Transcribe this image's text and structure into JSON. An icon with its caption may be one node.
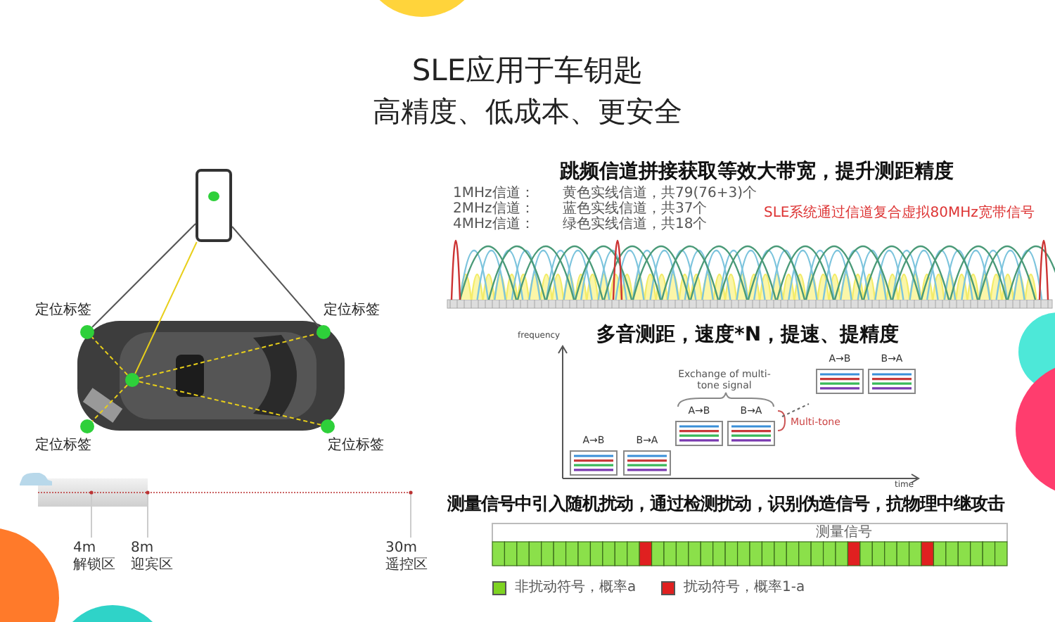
{
  "diagram": {
    "title": "SLE应用于车钥匙",
    "nodes": [
      {
        "text": [],
        "shape": "picture"
      },
      {
        "text": [],
        "shape": "circle",
        "beside": [
          "定位标签"
        ]
      },
      {
        "text": [],
        "shape": "circle",
        "beside": [
          "定位标签"
        ]
      },
      {
        "text": [],
        "shape": "circle"
      },
      {
        "text": [],
        "shape": "circle",
        "beside": [
          "定位标签"
        ]
      },
      {
        "text": [],
        "shape": "circle",
        "beside": [
          "定位标签"
        ]
      },
      {
        "text": [
          "A→B"
        ]
      },
      {
        "text": [
          "B→A"
        ]
      },
      {
        "text": [
          "A→B"
        ]
      },
      {
        "text": [
          "B→A"
        ]
      },
      {
        "text": [
          "A→B"
        ]
      },
      {
        "text": [
          "B→A"
        ]
      }
    ],
    "edges": [
      {
        "from": 0,
        "to": 1,
        "arrow": "none",
        "color": "#555555"
      },
      {
        "from": 0,
        "to": 2,
        "arrow": "none",
        "color": "#555555"
      },
      {
        "from": 3,
        "to": 0,
        "arrow": "none"
      },
      {
        "from": 3,
        "to": 1,
        "arrow": "none",
        "style": "dashed"
      },
      {
        "from": 3,
        "to": 2,
        "arrow": "none",
        "style": "dashed"
      },
      {
        "from": 3,
        "to": 4,
        "arrow": "none",
        "style": "dashed"
      },
      {
        "from": 3,
        "to": 5,
        "arrow": "none",
        "style": "dashed"
      }
    ],
    "labels": [
      "高精度、低成本、更安全",
      "跳频信道拼接获取等效大带宽，提升测距精度",
      "1MHz信道：",
      "黄色实线信道，共79(76+3)个",
      "2MHz信道：",
      "蓝色实线信道，共37个",
      "4MHz信道：",
      "绿色实线信道，共18个",
      "SLE系统通过信道复合虚拟80MHz宽带信号",
      "frequency",
      "多音测距，速度*N，提速、提精度",
      "Exchange of multi-tone signal",
      "Multi-tone",
      "time",
      "4m",
      "解锁区",
      "8m",
      "迎宾区",
      "30m",
      "遥控区",
      "测量信号中引入随机扰动，通过检测扰动，识别伪造信号，抗物理中继攻击",
      "测量信号"
    ],
    "legend": [
      {
        "text": "非扰动符号，概率a",
        "color": "#7ed321"
      },
      {
        "text": "扰动符号，概率1-a",
        "color": "#e02020"
      }
    ]
  }
}
